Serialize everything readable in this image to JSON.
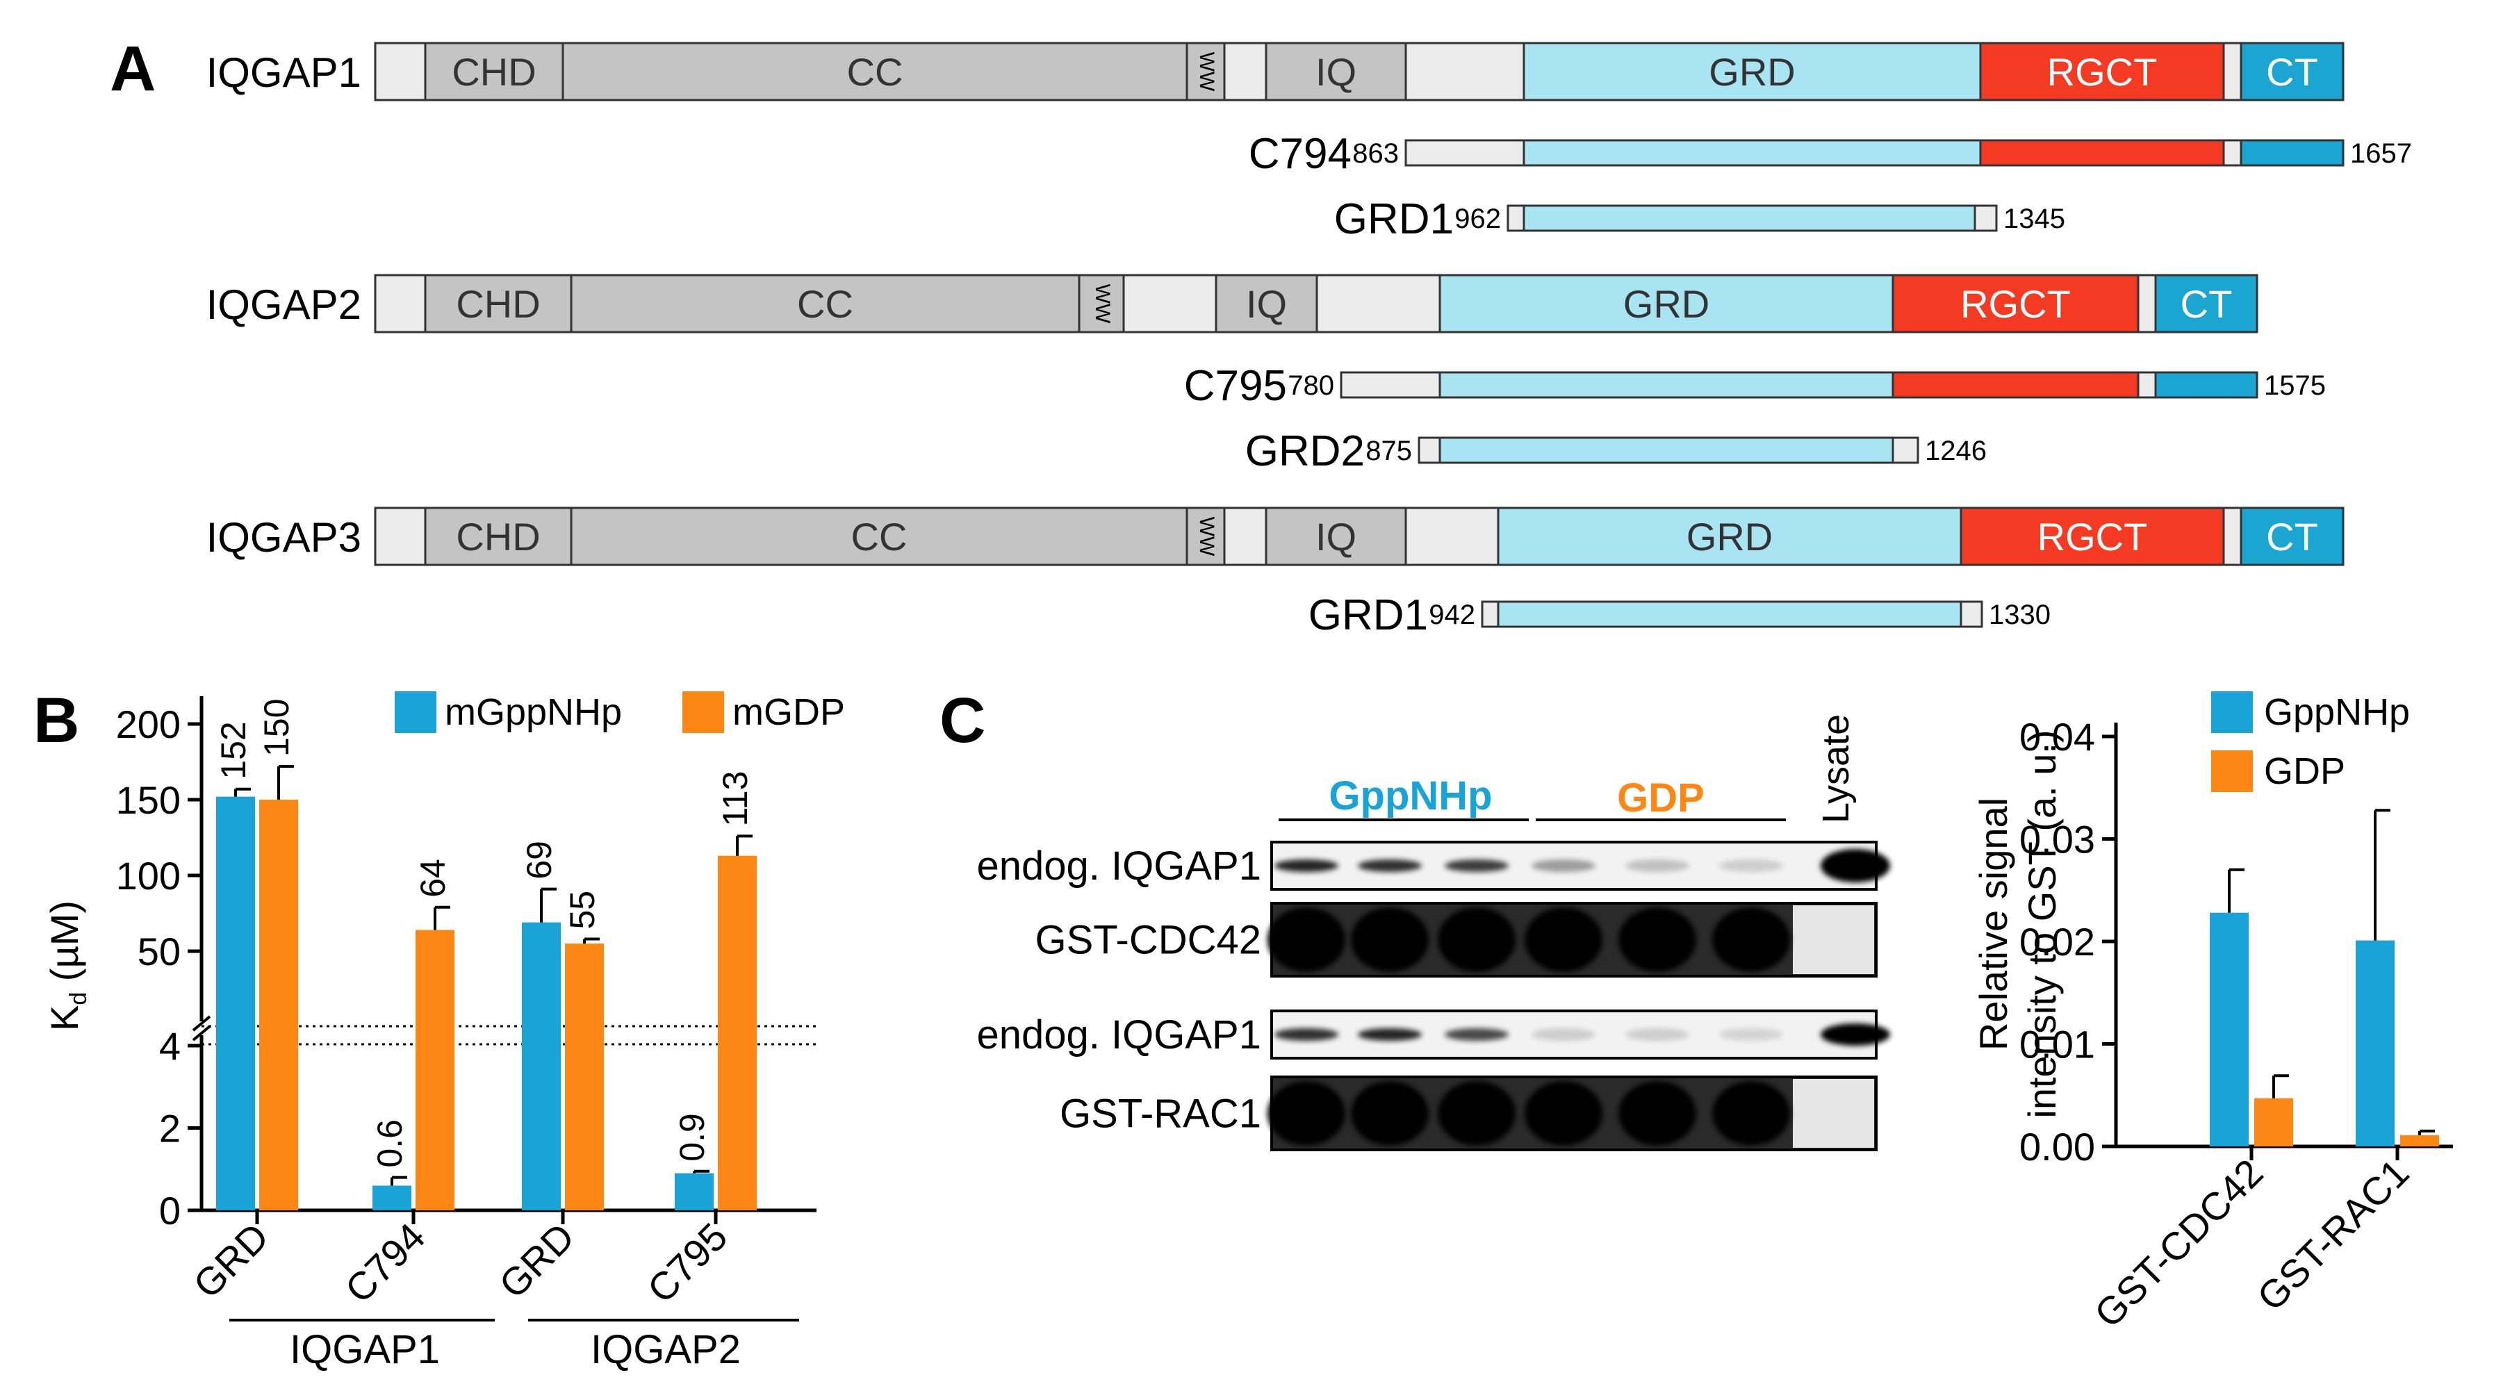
{
  "panel_labels": {
    "a": "A",
    "b": "B",
    "c": "C"
  },
  "colors": {
    "gray_light": "#ececec",
    "gray_mid": "#c4c4c4",
    "grd": "#a8e4f2",
    "rgct": "#f53a23",
    "ct": "#1aa6d1",
    "series_blue": "#19a3d6",
    "series_orange": "#fd8715",
    "grd_text": "#333333",
    "white_text": "#ffffff"
  },
  "panel_a": {
    "proteins": [
      {
        "name": "IQGAP1",
        "segments": [
          "",
          "CHD",
          "CC",
          "WW",
          "",
          "IQ",
          "",
          "GRD",
          "RGCT",
          "",
          "CT"
        ]
      },
      {
        "name": "IQGAP2",
        "segments": [
          "",
          "CHD",
          "CC",
          "WW",
          "",
          "IQ",
          "",
          "GRD",
          "RGCT",
          "",
          "CT"
        ]
      },
      {
        "name": "IQGAP3",
        "segments": [
          "",
          "CHD",
          "CC",
          "WW",
          "",
          "IQ",
          "",
          "GRD",
          "RGCT",
          "",
          "CT"
        ]
      }
    ],
    "constructs": [
      {
        "name": "C794",
        "start": "863",
        "end": "1657"
      },
      {
        "name": "GRD1",
        "start": "962",
        "end": "1345"
      },
      {
        "name": "C795",
        "start": "780",
        "end": "1575"
      },
      {
        "name": "GRD2",
        "start": "875",
        "end": "1246"
      },
      {
        "name": "GRD1",
        "start": "942",
        "end": "1330"
      }
    ]
  },
  "chart_data": [
    {
      "type": "bar",
      "panel": "B",
      "ylabel_main": "K",
      "ylabel_sub": "d",
      "ylabel_rest": " (µM)",
      "axis_break": true,
      "lower_ylim": [
        0,
        4
      ],
      "lower_ticks": [
        "0",
        "2",
        "4"
      ],
      "upper_ylim": [
        0,
        200
      ],
      "upper_ticks": [
        "50",
        "100",
        "150",
        "200"
      ],
      "categories": [
        "GRD",
        "C794",
        "GRD",
        "C795"
      ],
      "groups": [
        "IQGAP1",
        "IQGAP2"
      ],
      "series": [
        {
          "name": "mGppNHp",
          "values": [
            152,
            0.6,
            69,
            0.9
          ],
          "errors": [
            5,
            0.2,
            22,
            0.05
          ],
          "labels": [
            "152",
            "0.6",
            "69",
            "0.9"
          ]
        },
        {
          "name": "mGDP",
          "values": [
            150,
            64,
            55,
            113
          ],
          "errors": [
            22,
            15,
            3,
            13
          ],
          "labels": [
            "150",
            "64",
            "55",
            "113"
          ]
        }
      ]
    },
    {
      "type": "bar",
      "panel": "C",
      "ylabel_lines": [
        "Relative signal",
        "intensity to GST (a. u.)"
      ],
      "ylim": [
        0,
        0.04
      ],
      "ticks": [
        "0.00",
        "0.01",
        "0.02",
        "0.03",
        "0.04"
      ],
      "categories": [
        "GST-CDC42",
        "GST-RAC1"
      ],
      "series": [
        {
          "name": "GppNHp",
          "values": [
            0.0228,
            0.0201
          ],
          "errors": [
            0.0042,
            0.0127
          ]
        },
        {
          "name": "GDP",
          "values": [
            0.0047,
            0.0011
          ],
          "errors": [
            0.0022,
            0.0004
          ]
        }
      ]
    }
  ],
  "blot": {
    "header_gpp": "GppNHp",
    "header_gdp": "GDP",
    "header_lysate": "Lysate",
    "row_labels": [
      "endog. IQGAP1",
      "GST-CDC42",
      "endog. IQGAP1",
      "GST-RAC1"
    ]
  }
}
